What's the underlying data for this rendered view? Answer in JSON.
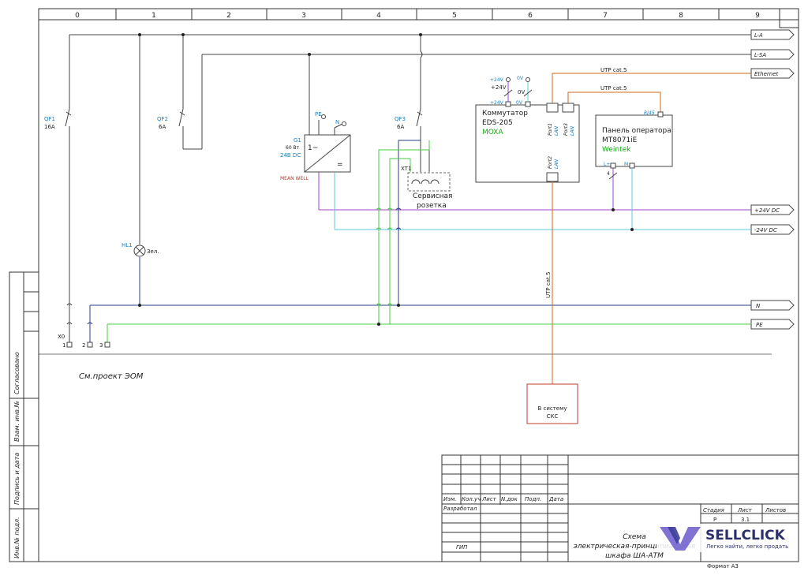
{
  "grid_columns": [
    "0",
    "1",
    "2",
    "3",
    "4",
    "5",
    "6",
    "7",
    "8",
    "9"
  ],
  "buses": {
    "la": "L-A",
    "lsa": "L-SA",
    "ethernet": "Ethernet",
    "p24": "+24V DC",
    "m24": "-24V DC",
    "n": "N",
    "pe": "PE"
  },
  "devices": {
    "qf1_name": "QF1",
    "qf1_rating": "16A",
    "qf2_name": "QF2",
    "qf2_rating": "6A",
    "qf3_name": "QF3",
    "qf3_rating": "6A",
    "hl1_name": "HL1",
    "hl1_color": "Зел.",
    "g1_name": "G1",
    "g1_power": "60 Вт",
    "g1_voltage": "24В DC",
    "g1_brand": "MEAN WELL",
    "g1_pe": "PE",
    "g1_n": "N",
    "g1_ac": "1~",
    "g1_dc": "=",
    "xt1_name": "XT1",
    "socket_label_1": "Сервисная",
    "socket_label_2": "розетка",
    "x0_name": "X0",
    "x0_t1": "1",
    "x0_t2": "2",
    "x0_t3": "3"
  },
  "switch": {
    "title_1": "Коммутатор",
    "title_2": "EDS-205",
    "brand": "MOXA",
    "p24": "+24V",
    "v0": "0V",
    "pin_p24": "+24V",
    "pin_v0": "0V",
    "feed_p24": "+24V",
    "feed_v0": "0V",
    "port1": "Port1",
    "port3": "Port3",
    "port2": "Port2",
    "lan": "LAN"
  },
  "panel": {
    "title_1": "Панель оператора",
    "title_2": "MT8071iE",
    "brand": "Weintek",
    "rj45": "RJ45",
    "pin_l": "L+",
    "pin_m": "M",
    "marker": "4"
  },
  "cables": {
    "utp_top": "UTP cat.5",
    "utp_mid": "UTP cat.5",
    "utp_vert": "UTP cat.5"
  },
  "sks": {
    "line1": "В систему",
    "line2": "СКС"
  },
  "notes": {
    "project_ref": "См.проект ЭОМ"
  },
  "side_stamp": [
    "Согласовано",
    "Взам. инв.№",
    "Подпись и дата",
    "Инв.№ подл."
  ],
  "title_block": {
    "col_izm": "Изм.",
    "col_kol": "Кол.уч",
    "col_list": "Лист",
    "col_ndok": "N.док",
    "col_podp": "Подп.",
    "col_data": "Дата",
    "razrab": "Разработал",
    "gip": "ГИП",
    "stadia": "Стадия",
    "list": "Лист",
    "listov": "Листов",
    "stadia_val": "Р",
    "list_val": "3.1",
    "title_1": "Схема",
    "title_2": "электрическая-принципиальная",
    "title_3": "шкафа ША-АТМ",
    "format": "Формат А3"
  },
  "watermark": {
    "brand": "SELLCLICK",
    "tagline": "Легко найти, легко продать"
  },
  "colors": {
    "line": "#444444",
    "purple": "#a040c0",
    "cyan": "#5cc8e0",
    "green": "#44cc44",
    "orange": "#d2691e",
    "red": "#c0392b",
    "blue_label": "#1a7fc0",
    "navy": "#2b3f8a"
  }
}
